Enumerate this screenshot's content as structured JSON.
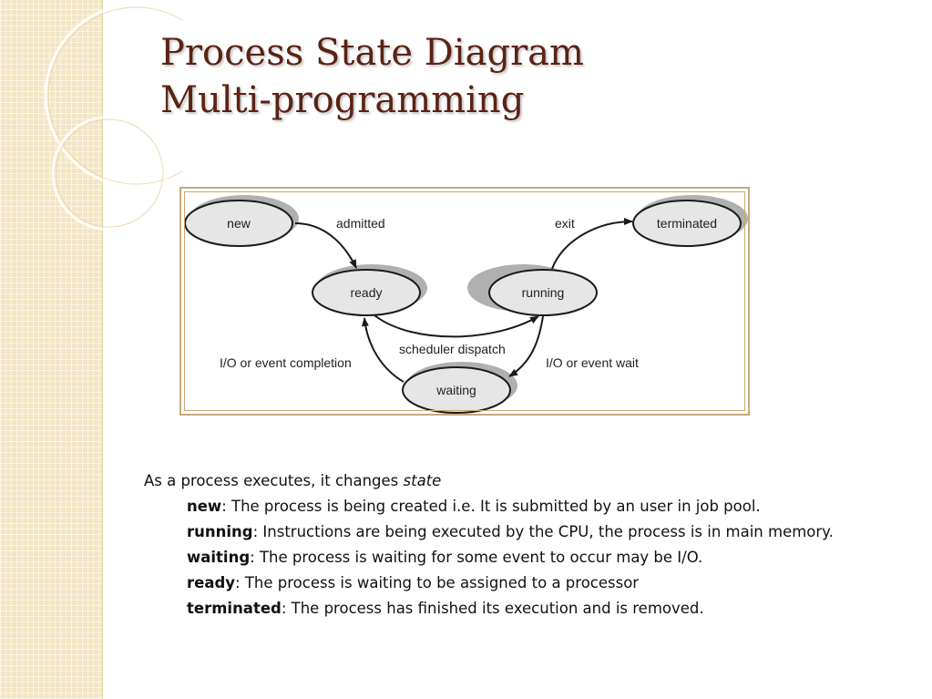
{
  "title": {
    "line1": "Process State Diagram",
    "line2": "Multi-programming"
  },
  "diagram": {
    "states": {
      "new": "new",
      "ready": "ready",
      "running": "running",
      "waiting": "waiting",
      "terminated": "terminated"
    },
    "transitions": {
      "admitted": "admitted",
      "exit": "exit",
      "scheduler_dispatch": "scheduler dispatch",
      "io_event_completion": "I/O or event completion",
      "io_event_wait": "I/O or event wait"
    },
    "colors": {
      "node_fill": "#e6e6e6",
      "shadow": "#b0b0b0",
      "stroke": "#1a1a1a",
      "frame": "#c8a97a"
    }
  },
  "content": {
    "intro": "As a process executes, it changes ",
    "intro_em": "state",
    "definitions": [
      {
        "term": "new",
        "desc": ": The process is being created i.e.  It is submitted by an user in job pool."
      },
      {
        "term": "running",
        "desc": ":  Instructions are being executed by the CPU, the process is in main memory."
      },
      {
        "term": "waiting",
        "desc": ": The process is waiting for some event to occur may be I/O."
      },
      {
        "term": "ready",
        "desc": ": The process is waiting to be assigned to a processor"
      },
      {
        "term": "terminated",
        "desc": ": The process has finished its execution and is removed."
      }
    ]
  },
  "theme": {
    "title_color": "#5a2314",
    "strip_color": "#f3e6c4"
  }
}
